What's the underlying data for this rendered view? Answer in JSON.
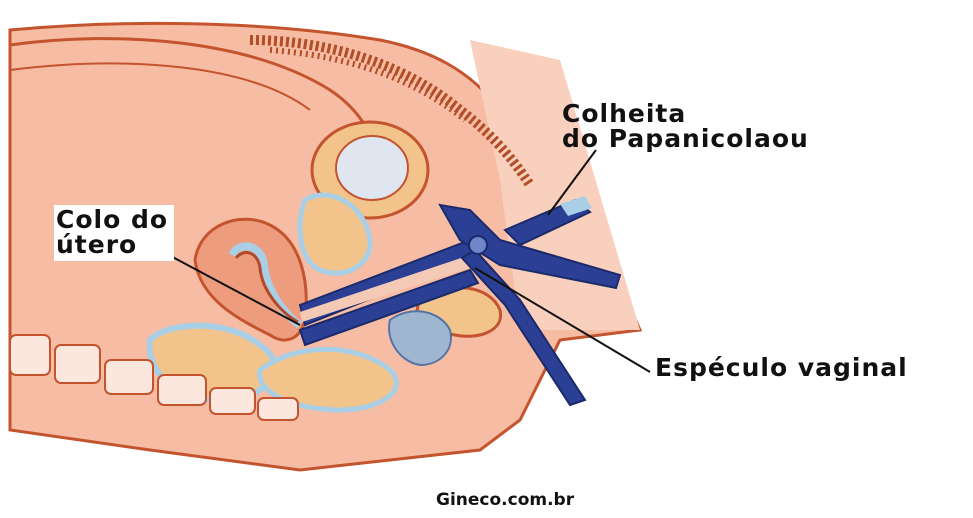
{
  "labels": {
    "colo_line1": "Colo do",
    "colo_line2": "útero",
    "colheita_line1": "Colheita",
    "colheita_line2": "do Papanicolaou",
    "especulo": "Espéculo vaginal"
  },
  "credit": "Gineco.com.br",
  "colors": {
    "skin": "#f6b9a0",
    "skin_light": "#f9cfbd",
    "outline": "#c4542d",
    "uterus": "#ee9c7e",
    "speculum": "#2b3f95",
    "fat": "#f2c48b",
    "blue_membrane": "#a9cfe6",
    "hair": "#b14d27"
  }
}
